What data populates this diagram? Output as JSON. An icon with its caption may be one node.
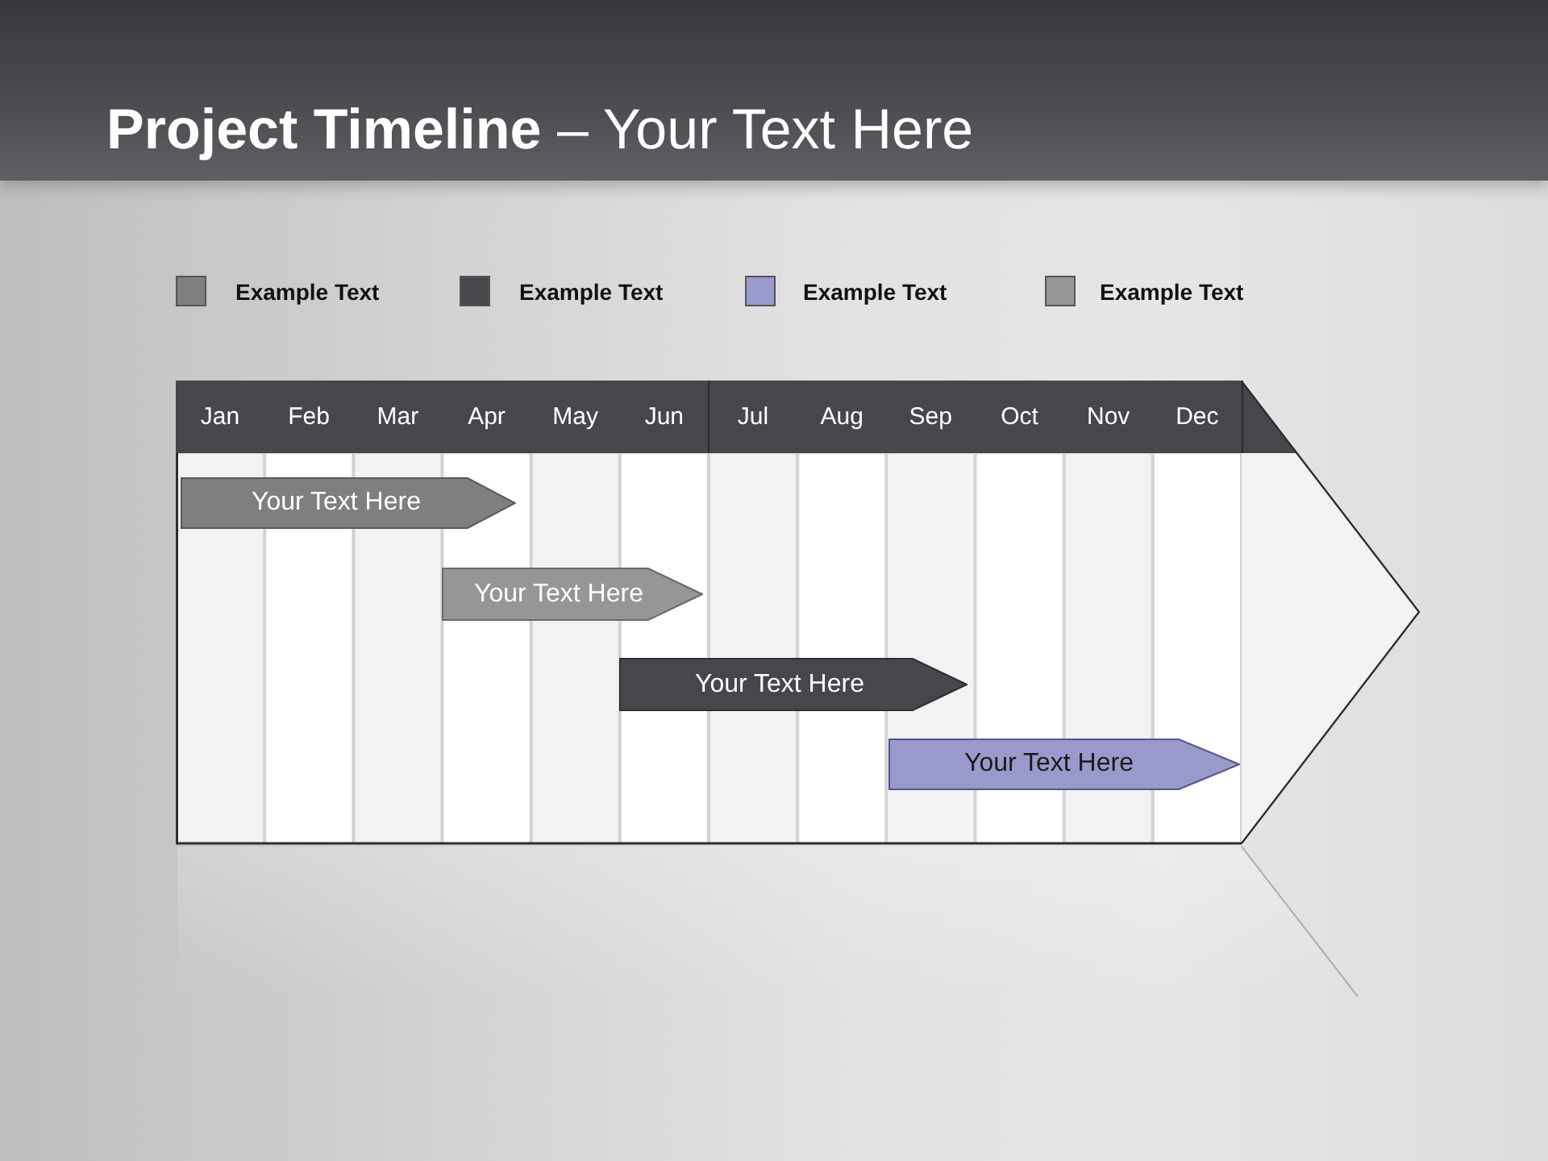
{
  "diagram": {
    "title": "**Project Timeline** – Your Text Here",
    "nodes": [
      {
        "text": [],
        "shape": "arrow"
      },
      {
        "text": [
          "Your Text Here"
        ],
        "in": 0
      },
      {
        "text": [
          "Your Text Here"
        ],
        "in": 0
      },
      {
        "text": [
          "Your Text Here"
        ],
        "in": 0
      },
      {
        "text": [
          "Your Text Here"
        ],
        "in": 0
      }
    ],
    "labels": [
      "Jan",
      "Feb",
      "Mar",
      "Apr",
      "May",
      "Jun",
      "Jul",
      "Aug",
      "Sep",
      "Oct",
      "Nov",
      "Dec"
    ],
    "legend": [
      {
        "text": "Example Text",
        "color": "#7f7f7f"
      },
      {
        "text": "Example Text",
        "color": "#46474b"
      },
      {
        "text": "Example Text",
        "color": "#9999cc"
      },
      {
        "text": "Example Text",
        "color": "#969696"
      }
    ]
  }
}
